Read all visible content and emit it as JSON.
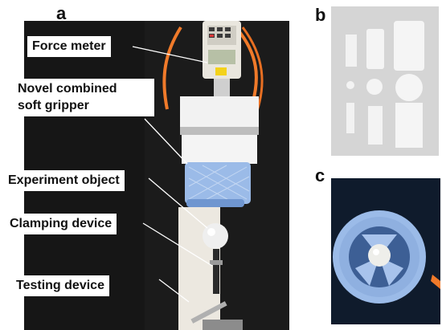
{
  "panels": {
    "a": {
      "letter": "a",
      "labels": {
        "force_meter": "Force meter",
        "gripper_line1": "Novel combined",
        "gripper_line2": "soft gripper",
        "experiment_object": "Experiment object",
        "clamping_device": "Clamping device",
        "testing_device": "Testing device"
      }
    },
    "b": {
      "letter": "b"
    },
    "c": {
      "letter": "c"
    }
  },
  "colors": {
    "photo_background_dark": "#1b1b1b",
    "gripper_blue": "#9bbbe8",
    "gripper_white": "#f2f2f2",
    "tube_orange": "#f07a2a",
    "panel_b_background": "#d5d5d5",
    "panel_c_background": "#0f1b2c"
  }
}
